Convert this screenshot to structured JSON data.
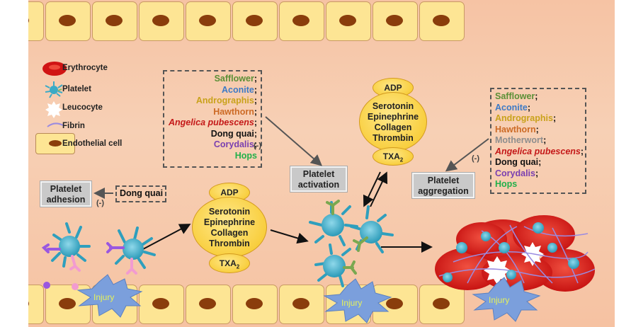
{
  "legend": {
    "items": [
      {
        "icon": "erythrocyte-icon",
        "label": "Erythrocyte"
      },
      {
        "icon": "platelet-icon",
        "label": "Platelet"
      },
      {
        "icon": "leucocyte-icon",
        "label": "Leucocyte"
      },
      {
        "icon": "fibrin-icon",
        "label": "Fibrin"
      },
      {
        "icon": "endothelial-cell-icon",
        "label": "Endothelial cell"
      }
    ]
  },
  "colors": {
    "safflower": "#5b8f36",
    "aconite": "#3d7ac6",
    "andrographis": "#c9a21b",
    "hawthorn": "#cc6a25",
    "motherwort": "#8e8e8e",
    "angelica": "#c41818",
    "dong_quai": "#111111",
    "corydalis": "#7a3fb0",
    "hops": "#22b04a",
    "background": "#f6c3a4",
    "endothelial": "#fde594",
    "nucleus": "#8a3d0c"
  },
  "activation_inhibitors": [
    {
      "name": "Safflower",
      "sep": ";",
      "color_key": "safflower",
      "italic": false
    },
    {
      "name": "Aconite",
      "sep": ";",
      "color_key": "aconite",
      "italic": false
    },
    {
      "name": "Andrographis",
      "sep": ";",
      "color_key": "andrographis",
      "italic": false
    },
    {
      "name": "Hawthorn",
      "sep": ";",
      "color_key": "hawthorn",
      "italic": false
    },
    {
      "name": "Angelica pubescens",
      "sep": ";",
      "color_key": "angelica",
      "italic": true
    },
    {
      "name": "Dong quai",
      "sep": ";",
      "color_key": "dong_quai",
      "italic": false
    },
    {
      "name": "Corydalis",
      "sep": ";",
      "color_key": "corydalis",
      "italic": false
    },
    {
      "name": "Hops",
      "sep": "",
      "color_key": "hops",
      "italic": false
    }
  ],
  "aggregation_inhibitors": [
    {
      "name": "Safflower",
      "sep": ";",
      "color_key": "safflower",
      "italic": false
    },
    {
      "name": "Aconite",
      "sep": ";",
      "color_key": "aconite",
      "italic": false
    },
    {
      "name": "Andrographis",
      "sep": ";",
      "color_key": "andrographis",
      "italic": false
    },
    {
      "name": "Hawthorn",
      "sep": ";",
      "color_key": "hawthorn",
      "italic": false
    },
    {
      "name": "Motherwort",
      "sep": ";",
      "color_key": "motherwort",
      "italic": false
    },
    {
      "name": "Angelica pubescens",
      "sep": ";",
      "color_key": "angelica",
      "italic": true
    },
    {
      "name": "Dong quai",
      "sep": ";",
      "color_key": "dong_quai",
      "italic": false
    },
    {
      "name": "Corydalis",
      "sep": ";",
      "color_key": "corydalis",
      "italic": false
    },
    {
      "name": "Hops",
      "sep": "",
      "color_key": "hops",
      "italic": false
    }
  ],
  "adhesion_inhibitor": "Dong quai",
  "inhibit_label": "(-)",
  "stages": {
    "adhesion": [
      "Platelet",
      "adhesion"
    ],
    "activation": [
      "Platelet",
      "activation"
    ],
    "aggregation": [
      "Platelet",
      "aggregation"
    ]
  },
  "agonists": {
    "top": "ADP",
    "middle": [
      "Serotonin",
      "Epinephrine",
      "Collagen",
      "Thrombin"
    ],
    "bottom_main": "TXA",
    "bottom_sub": "2"
  },
  "injury_label": "Injury"
}
